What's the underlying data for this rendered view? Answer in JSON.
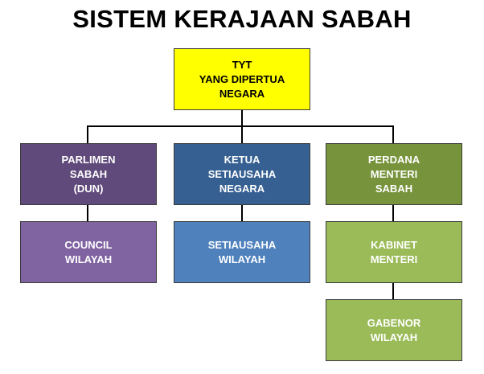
{
  "title": "SISTEM KERAJAAN SABAH",
  "nodes": {
    "tyt": "TYT\nYANG DIPERTUA\nNEGARA",
    "parlimen": "PARLIMEN\nSABAH\n(DUN)",
    "ketua_setiausaha": "KETUA\nSETIAUSAHA\nNEGARA",
    "perdana_menteri": "PERDANA\nMENTERI\nSABAH",
    "council": "COUNCIL\nWILAYAH",
    "setiausaha_wilayah": "SETIAUSAHA\nWILAYAH",
    "kabinet": "KABINET\nMENTERI",
    "gabenor": "GABENOR\nWILAYAH"
  },
  "colors": {
    "tyt": "#ffff00",
    "parlimen": "#604a7b",
    "ketua_setiausaha": "#376092",
    "perdana_menteri": "#77933c",
    "council": "#8064a2",
    "setiausaha_wilayah": "#4f81bd",
    "kabinet": "#9bbb59",
    "gabenor": "#9bbb59"
  }
}
